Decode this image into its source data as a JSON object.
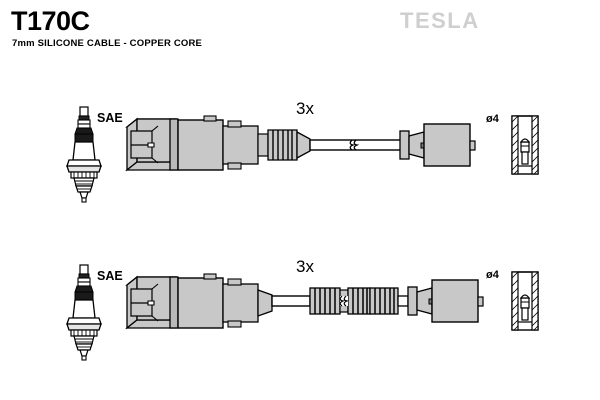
{
  "sheet": {
    "background": "#ffffff",
    "line_color": "#000000",
    "fill_body": "#c8c8c8",
    "fill_light": "#e6e6e6",
    "fill_dark": "#9a9a9a",
    "fill_white": "#ffffff"
  },
  "header": {
    "part_number": "T170C",
    "description": "7mm SILICONE CABLE - COPPER CORE",
    "brand": "TESLA",
    "brand_color": "#cfcfcf"
  },
  "assemblies": [
    {
      "id": "assembly-top",
      "quantity_label": "3x",
      "plug_label": "SAE",
      "diameter_label": "ø4",
      "boot_style": "short-bellows",
      "has_break_symbol": true
    },
    {
      "id": "assembly-bottom",
      "quantity_label": "3x",
      "plug_label": "SAE",
      "diameter_label": "ø4",
      "boot_style": "long-ribbed",
      "has_break_symbol": true
    }
  ],
  "labels": {
    "qty_top": "3x",
    "qty_bottom": "3x",
    "sae_top": "SAE",
    "sae_bottom": "SAE",
    "dia_top": "ø4",
    "dia_bottom": "ø4"
  }
}
